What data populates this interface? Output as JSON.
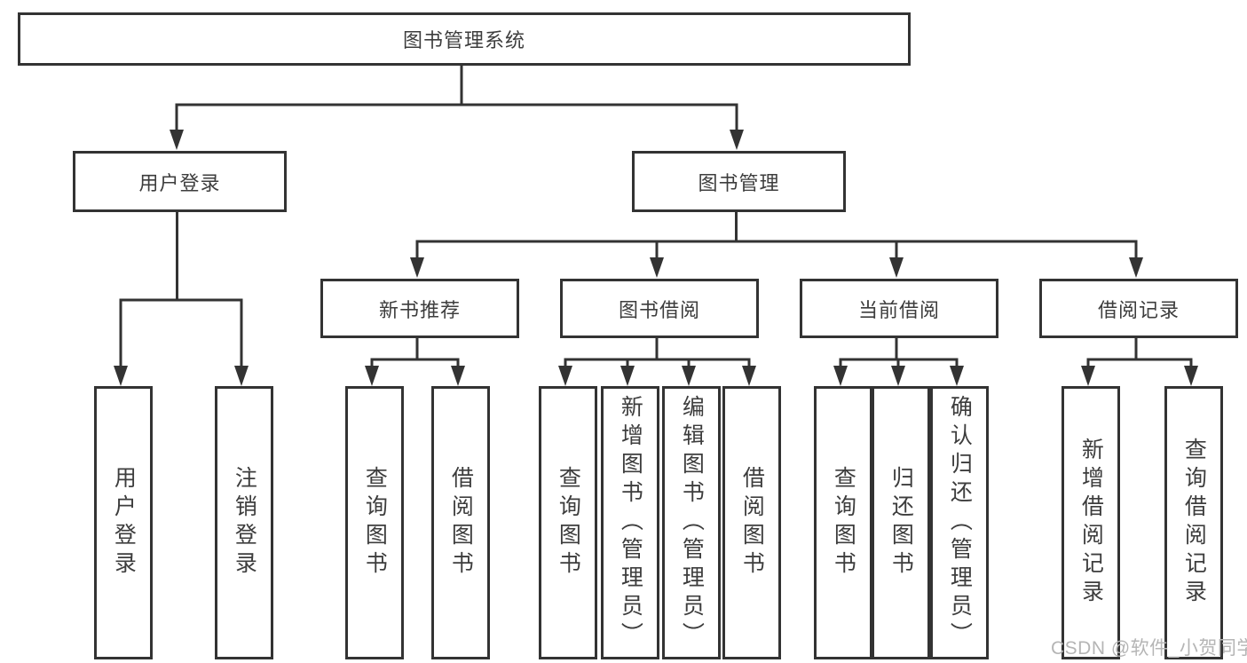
{
  "diagram": {
    "root": {
      "label": "图书管理系统"
    },
    "branches": [
      {
        "label": "用户登录",
        "children": [
          {
            "label": "用户登录"
          },
          {
            "label": "注销登录"
          }
        ]
      },
      {
        "label": "图书管理",
        "children": [
          {
            "label": "新书推荐",
            "children": [
              {
                "label": "查询图书"
              },
              {
                "label": "借阅图书"
              }
            ]
          },
          {
            "label": "图书借阅",
            "children": [
              {
                "label": "查询图书"
              },
              {
                "label": "新增图书（管理员）"
              },
              {
                "label": "编辑图书（管理员）"
              },
              {
                "label": "借阅图书"
              }
            ]
          },
          {
            "label": "当前借阅",
            "children": [
              {
                "label": "查询图书"
              },
              {
                "label": "归还图书"
              },
              {
                "label": "确认归还（管理员）"
              }
            ]
          },
          {
            "label": "借阅记录",
            "children": [
              {
                "label": "新增借阅记录"
              },
              {
                "label": "查询借阅记录"
              }
            ]
          }
        ]
      }
    ]
  },
  "watermark": "CSDN @软件_小贺同学",
  "colors": {
    "line": "#333333",
    "text": "#3d3d3d",
    "background": "#ffffff",
    "watermark": "#b5b5b5"
  }
}
